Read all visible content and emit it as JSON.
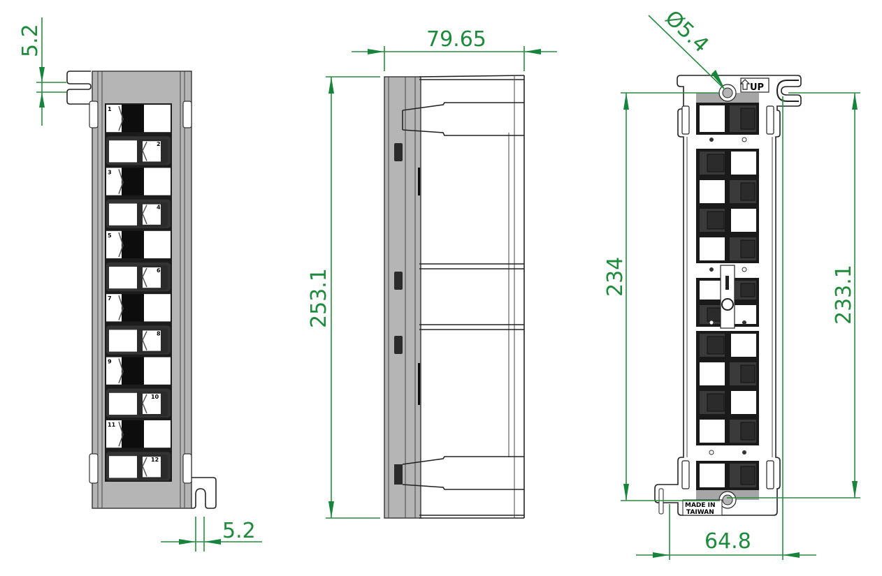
{
  "drawing": {
    "colors": {
      "dimension": "#1e8a3c",
      "body_grey": "#b5b5b5",
      "port_dark": "#2b2b2b"
    },
    "front_view": {
      "top_slot_dimension": "5.2",
      "bottom_slot_dimension": "5.2",
      "port_labels": [
        "1",
        "2",
        "3",
        "4",
        "5",
        "6",
        "7",
        "8",
        "9",
        "10",
        "11",
        "12"
      ]
    },
    "side_view": {
      "depth_dimension": "79.65",
      "height_dimension": "253.1"
    },
    "rear_view": {
      "hole_dimension": "Ø5.4",
      "overall_hole_height_dimension": "234",
      "slot_height_dimension": "233.1",
      "width_dimension": "64.8",
      "up_marking": "UP",
      "stamp_line1": "MADE IN",
      "stamp_line2": "TAIWAN"
    }
  }
}
